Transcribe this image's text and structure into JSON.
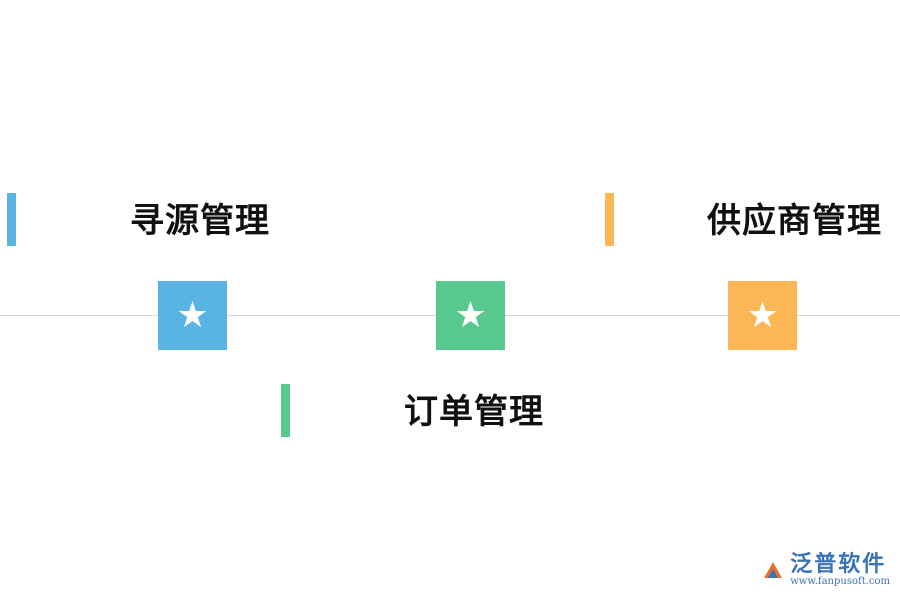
{
  "colors": {
    "blue": "#5ab4e3",
    "green": "#57c98e",
    "orange": "#fbb756"
  },
  "nodes": [
    {
      "label": "寻源管理",
      "icon": "star-icon",
      "color": "#5ab4e3"
    },
    {
      "label": "订单管理",
      "icon": "star-icon",
      "color": "#57c98e"
    },
    {
      "label": "供应商管理",
      "icon": "star-icon",
      "color": "#fbb756"
    }
  ],
  "star_glyph": "★",
  "watermark": {
    "name": "泛普软件",
    "url": "www.fanpusoft.com"
  }
}
